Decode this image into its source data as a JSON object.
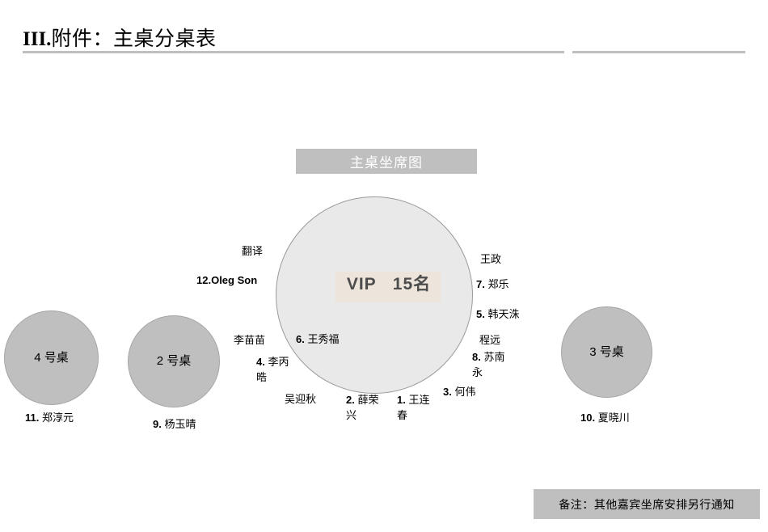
{
  "header": {
    "numeral": "III.",
    "title": "附件：主桌分桌表",
    "rule_color": "#bfbfbf"
  },
  "chart": {
    "banner_label": "主桌坐席图",
    "banner_bg": "#bfbfbf",
    "banner_text_color": "#ffffff"
  },
  "main_table": {
    "center_label": "VIP   15名",
    "center_highlight_color": "#ede4db",
    "center_text_color": "#4d4d4d",
    "fill_color": "#e9e9e9",
    "border_color": "#9a9a9a",
    "seats": [
      {
        "key": "translator",
        "index": "",
        "name": "翻译"
      },
      {
        "key": "seat12",
        "index": "12.",
        "name": "Oleg Son"
      },
      {
        "key": "wangzheng",
        "index": "",
        "name": "王政"
      },
      {
        "key": "seat7",
        "index": "7.",
        "name": "郑乐"
      },
      {
        "key": "seat5",
        "index": "5.",
        "name": "韩天洙"
      },
      {
        "key": "limiaomiao",
        "index": "",
        "name": "李苗苗"
      },
      {
        "key": "seat6",
        "index": "6.",
        "name": "王秀福"
      },
      {
        "key": "chengyuan",
        "index": "",
        "name": "程远"
      },
      {
        "key": "seat8",
        "index": "8.",
        "name": "苏南永"
      },
      {
        "key": "seat4",
        "index": "4.",
        "name": "李丙晧"
      },
      {
        "key": "wuyingqiu",
        "index": "",
        "name": "吴迎秋"
      },
      {
        "key": "seat2",
        "index": "2.",
        "name": "薛荣兴"
      },
      {
        "key": "seat1",
        "index": "1.",
        "name": "王连春"
      },
      {
        "key": "seat3",
        "index": "3.",
        "name": "何伟"
      }
    ]
  },
  "side_tables": [
    {
      "key": "table4",
      "label": "4 号桌",
      "guest_index": "11.",
      "guest_name": "郑淳元",
      "fill_color": "#bfbfbf"
    },
    {
      "key": "table2",
      "label": "2 号桌",
      "guest_index": "9.",
      "guest_name": "杨玉晴",
      "fill_color": "#bfbfbf"
    },
    {
      "key": "table3",
      "label": "3 号桌",
      "guest_index": "10.",
      "guest_name": "夏晓川",
      "fill_color": "#bfbfbf"
    }
  ],
  "footer": {
    "note": "备注：其他嘉宾坐席安排另行通知",
    "bg": "#bfbfbf"
  }
}
